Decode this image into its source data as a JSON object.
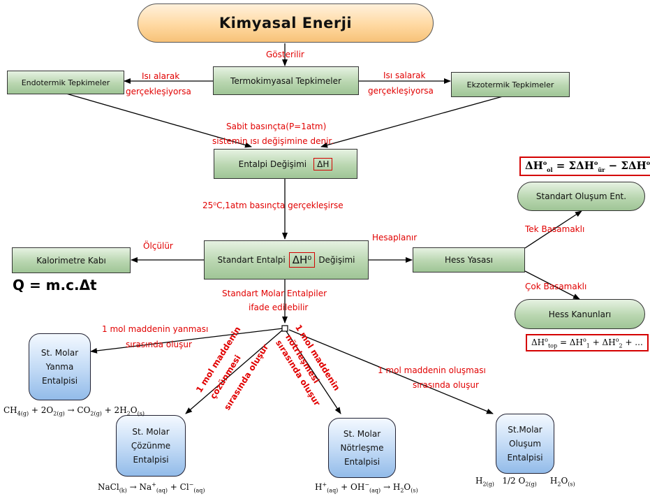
{
  "title": "Kimyasal Enerji",
  "nodes": {
    "termo": "Termokimyasal  Tepkimeler",
    "endo": "Endotermik Tepkimeler",
    "ekzo": "Ekzotermik Tepkimeler",
    "entalpi": "Entalpi Değişimi",
    "entalpi_symbol": "ΔH",
    "standart_pre": "Standart Entalpi",
    "standart_symbol": "ΔH⁰",
    "standart_post": "Değişimi",
    "kalorimetre": "Kalorimetre Kabı",
    "hess_yasasi": "Hess Yasası",
    "standart_olusum": "Standart Oluşum Ent.",
    "hess_kanunlari": "Hess Kanunları",
    "yanma": [
      "St. Molar",
      "Yanma",
      "Entalpisi"
    ],
    "cozunme": [
      "St. Molar",
      "Çözünme",
      "Entalpisi"
    ],
    "notrlesme": [
      "St. Molar",
      "Nötrleşme",
      "Entalpisi"
    ],
    "olusum": [
      "St.Molar",
      "Oluşum",
      "Entalpisi"
    ]
  },
  "labels": {
    "gosterilir": "Gösterilir",
    "isi_alarak_1": "Isı alarak",
    "isi_alarak_2": "gerçekleşiyorsa",
    "isi_salarak_1": "Isı salarak",
    "isi_salarak_2": "gerçekleşiyorsa",
    "sabit_1": "Sabit basınçta(P=1atm)",
    "sabit_2": "sistemin ısı değişimine denir.",
    "kosul": "25⁰C,1atm basınçta gerçekleşirse",
    "olculur": "Ölçülür",
    "hesaplanir": "Hesaplanır",
    "tek_basamakli": "Tek Basamaklı",
    "cok_basamakli": "Çok Basamaklı",
    "molar_1": "Standart Molar Entalpiler",
    "molar_2": "ifade edilebilir",
    "yanma_1": "1 mol maddenin yanması",
    "yanma_2": "sırasında oluşur",
    "cozunme_1": "1 mol maddenin",
    "cozunme_2": "çözünmesi",
    "cozunme_3": "sırasında oluşur",
    "notr_1": "1 mol maddenin",
    "notr_2": "nötrleşmesi",
    "notr_3": "sırasında oluşur",
    "olusma_1": "1 mol maddenin oluşması",
    "olusma_2": "sırasında oluşur"
  },
  "formulas": {
    "q": "Q = m.c.Δt"
  },
  "colors": {
    "label_red": "#e10000",
    "green_box": "#b9d6b0",
    "orange_title": "#ffd9a2",
    "blue_box": "#c5dcf6"
  }
}
